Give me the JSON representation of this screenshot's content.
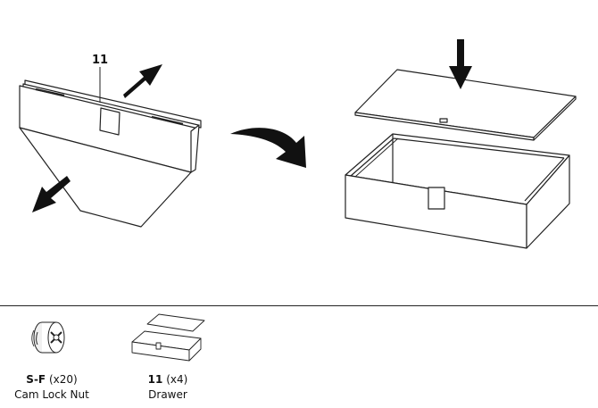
{
  "step": {
    "part_callout": "11"
  },
  "parts": [
    {
      "code": "S-F",
      "qty": "(x20)",
      "name": "Cam Lock Nut",
      "icon": "cam-lock-nut-icon"
    },
    {
      "code": "11",
      "qty": "(x4)",
      "name": "Drawer",
      "icon": "drawer-icon"
    }
  ]
}
